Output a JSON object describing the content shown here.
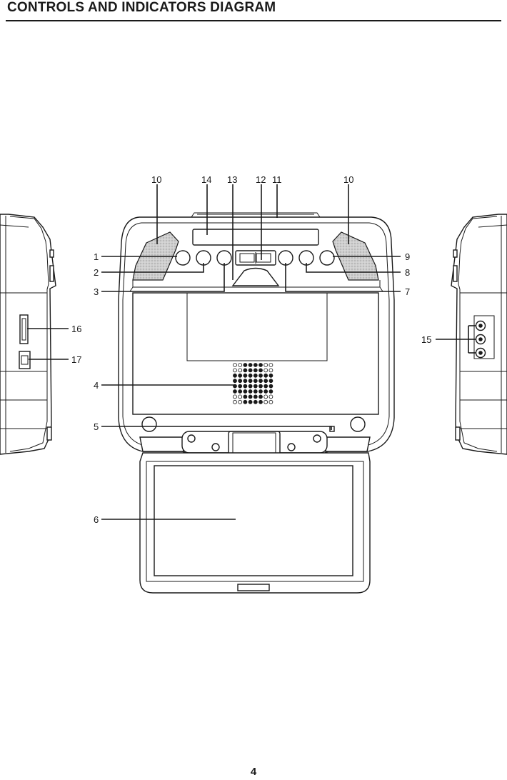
{
  "page": {
    "title": "CONTROLS AND INDICATORS DIAGRAM",
    "page_number": "4"
  },
  "callouts": {
    "c1": "1",
    "c2": "2",
    "c3": "3",
    "c4": "4",
    "c5": "5",
    "c6": "6",
    "c7": "7",
    "c8": "8",
    "c9": "9",
    "c10_left": "10",
    "c10_right": "10",
    "c11": "11",
    "c12": "12",
    "c13": "13",
    "c14": "14",
    "c15": "15",
    "c16": "16",
    "c17": "17"
  }
}
